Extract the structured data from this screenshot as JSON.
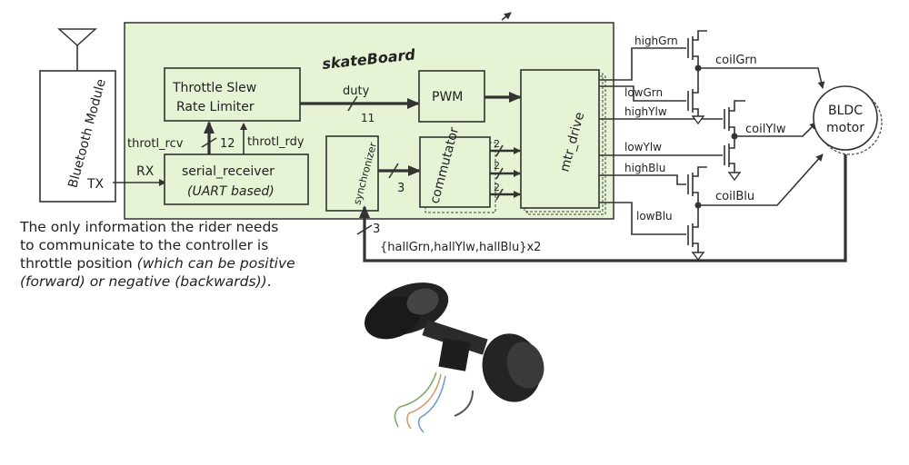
{
  "diagram": {
    "board_label": "skateBoard",
    "bluetooth_label": "Bluetooth Module",
    "tx_label": "TX",
    "rx_label": "RX",
    "throttle_block": [
      "Throttle Slew",
      "Rate Limiter"
    ],
    "serial_block": [
      "serial_receiver",
      "(UART based)"
    ],
    "synchronizer_label": "synchronizer",
    "commutator_label": "commutator",
    "pwm_label": "PWM",
    "mtr_drive_label": "mtr_drive",
    "duty_label": "duty",
    "duty_width": "11",
    "throtl_rcv_label": "throtl_rcv",
    "throtl_rcv_width": "12",
    "throtl_rdy_label": "throtl_rdy",
    "sync_width": "3",
    "comm_width_a": "2",
    "comm_width_b": "2",
    "comm_width_c": "2",
    "hall_width": "3",
    "hall_label": "{hallGrn,hallYlw,hallBlu}x2",
    "signals": {
      "highGrn": "highGrn",
      "lowGrn": "lowGrn",
      "highYlw": "highYlw",
      "lowYlw": "lowYlw",
      "highBlu": "highBlu",
      "lowBlu": "lowBlu",
      "coilGrn": "coilGrn",
      "coilYlw": "coilYlw",
      "coilBlu": "coilBlu"
    },
    "motor_label": [
      "BLDC",
      "motor"
    ]
  },
  "note": {
    "line1": "The only information the rider needs",
    "line2": "to communicate to the controller is",
    "line3_normal": "throttle position ",
    "line3_italic": "(which can be positive",
    "line4_italic": "(forward) or negative (backwards))",
    "line4_end": "."
  },
  "photo_alt": "skateboard motor truck photo"
}
